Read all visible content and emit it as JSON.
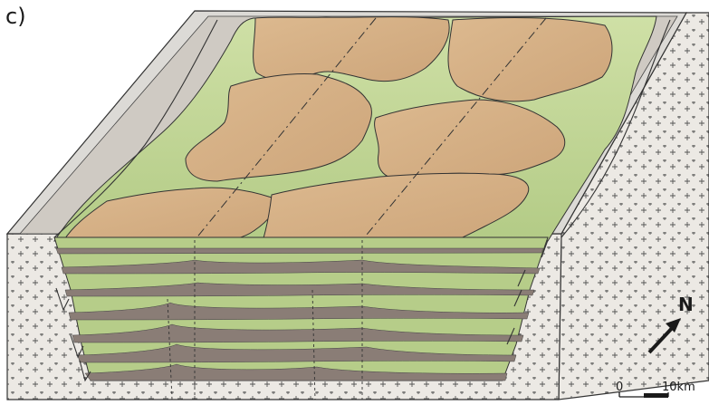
{
  "panel_label": "c)",
  "north_label": "N",
  "scale_bar": {
    "zero": "0",
    "max": "10km"
  },
  "colors": {
    "upland": "#d3ac82",
    "lowland": "#b6cd89",
    "frame": "#dcdad6",
    "rift_shoulder": "#cfcac3",
    "basement": "#ece9e4",
    "sediment_dark": "#8a7d76",
    "outline": "#333333"
  }
}
